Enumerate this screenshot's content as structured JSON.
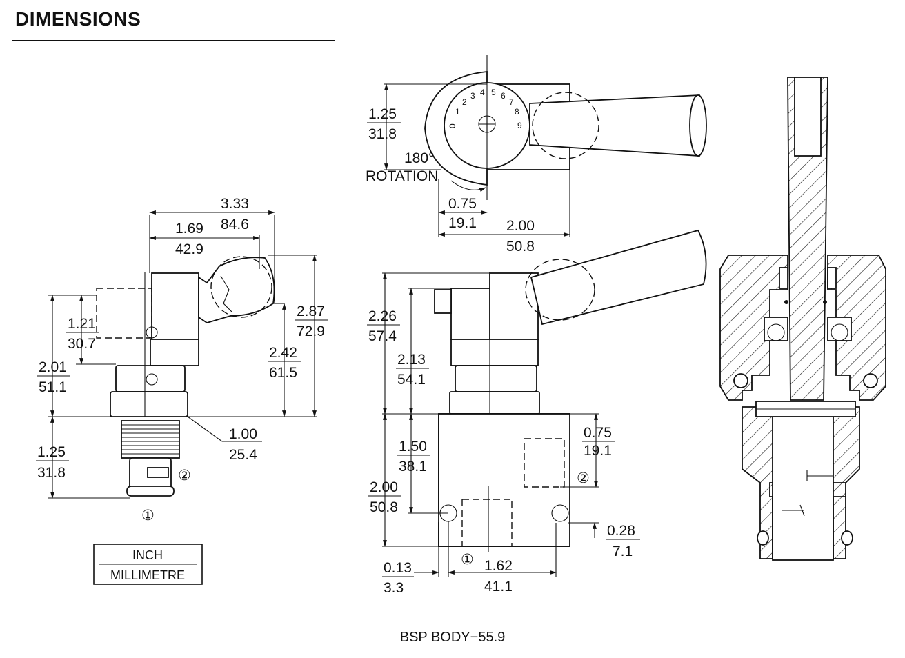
{
  "header": {
    "title": "DIMENSIONS"
  },
  "legend": {
    "top": "INCH",
    "bottom": "MILLIMETRE"
  },
  "caption": "BSP BODY−55.9",
  "rotation": {
    "angle": "180°",
    "word": "ROTATION"
  },
  "dial_numbers": [
    "0",
    "1",
    "2",
    "3",
    "4",
    "5",
    "6",
    "7",
    "8",
    "9"
  ],
  "port_labels": {
    "port1": "①",
    "port2": "②"
  },
  "dimensions": {
    "d_333": {
      "inch": "3.33",
      "mm": "84.6"
    },
    "d_169": {
      "inch": "1.69",
      "mm": "42.9"
    },
    "d_287": {
      "inch": "2.87",
      "mm": "72.9"
    },
    "d_242": {
      "inch": "2.42",
      "mm": "61.5"
    },
    "d_121": {
      "inch": "1.21",
      "mm": "30.7"
    },
    "d_201": {
      "inch": "2.01",
      "mm": "51.1"
    },
    "d_100": {
      "inch": "1.00",
      "mm": "25.4"
    },
    "d_125_left": {
      "inch": "1.25",
      "mm": "31.8"
    },
    "d_125_top": {
      "inch": "1.25",
      "mm": "31.8"
    },
    "d_075_top": {
      "inch": "0.75",
      "mm": "19.1"
    },
    "d_200_top": {
      "inch": "2.00",
      "mm": "50.8"
    },
    "d_226": {
      "inch": "2.26",
      "mm": "57.4"
    },
    "d_213": {
      "inch": "2.13",
      "mm": "54.1"
    },
    "d_150": {
      "inch": "1.50",
      "mm": "38.1"
    },
    "d_200_mid": {
      "inch": "2.00",
      "mm": "50.8"
    },
    "d_075_mid": {
      "inch": "0.75",
      "mm": "19.1"
    },
    "d_028": {
      "inch": "0.28",
      "mm": "7.1"
    },
    "d_013": {
      "inch": "0.13",
      "mm": "3.3"
    },
    "d_162": {
      "inch": "1.62",
      "mm": "41.1"
    }
  }
}
